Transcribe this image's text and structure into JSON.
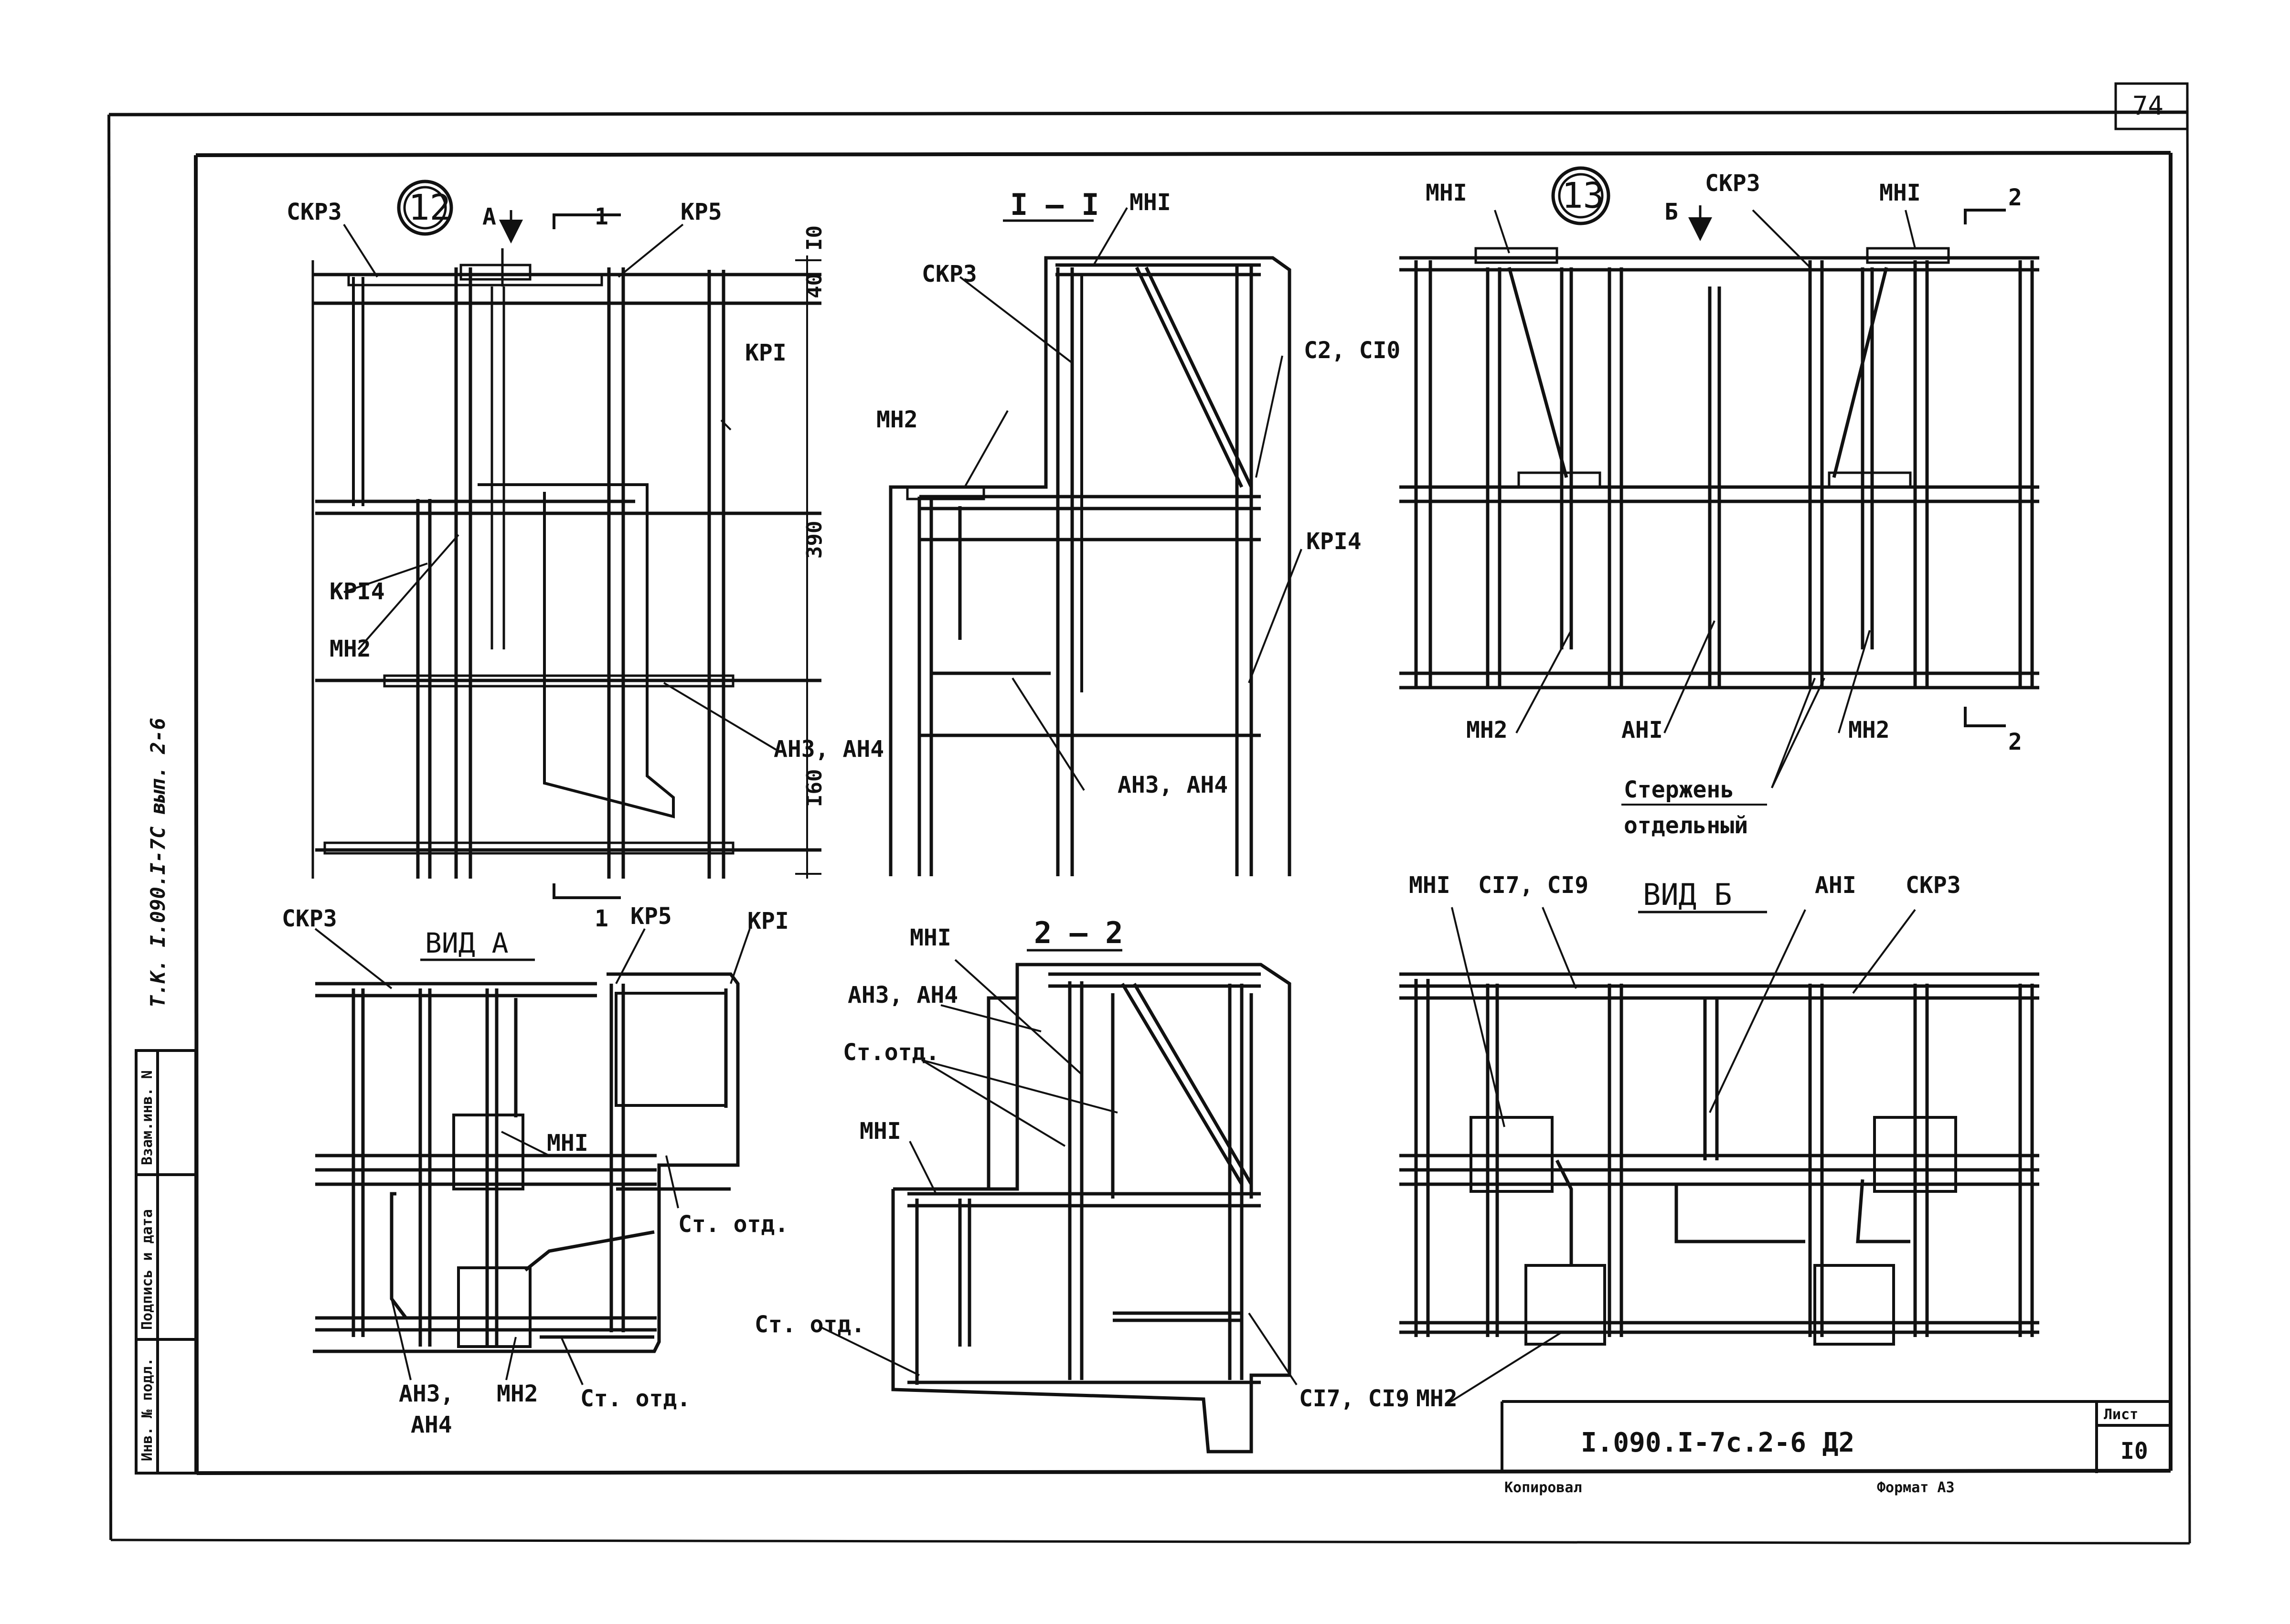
{
  "sheet": {
    "page_number": "74",
    "code": "I.090.I-7c.2-6 Д2",
    "list_label": "Лист",
    "list_number": "I0",
    "copied_label": "Копировал",
    "format_label": "Формат А3",
    "margin_note": "Т.К. I.090.I-7С вып. 2-6"
  },
  "stamp": {
    "col1": "Инв. № подл.",
    "col2": "Подпись и дата",
    "col3": "Взам.инв. N"
  },
  "node12": {
    "marker": "12",
    "view_letter": "А",
    "section_top": "1",
    "section_bottom": "1",
    "labels": {
      "skr3": "СКР3",
      "kr5": "КР5",
      "kr1": "КРI",
      "kr14": "КРI4",
      "mn2": "МН2",
      "an34": "АН3, АН4"
    },
    "dims": [
      "I0",
      "40",
      "390",
      "I60"
    ]
  },
  "section11": {
    "title": "I – I",
    "labels": {
      "mn1": "МНI",
      "skr3": "СКР3",
      "c2c10": "С2, СI0",
      "mn2": "МН2",
      "kr14": "КРI4",
      "an34": "АН3, АН4"
    }
  },
  "node13": {
    "marker": "13",
    "view_letter": "Б",
    "section_top": "2",
    "section_bottom": "2",
    "labels": {
      "mn1a": "МНI",
      "skr3": "СКР3",
      "mn1b": "МНI",
      "mn2a": "МН2",
      "an1": "АНI",
      "mn2b": "МН2",
      "rod1": "Стержень",
      "rod2": "отдельный"
    }
  },
  "viewA": {
    "title": "ВИД А",
    "labels": {
      "skr3": "СКР3",
      "kr5": "КР5",
      "kr1": "КРI",
      "mn1": "МНI",
      "st1": "Ст. отд.",
      "an3": "АН3,",
      "an4": "АН4",
      "mn2": "МН2",
      "st2": "Ст. отд."
    }
  },
  "section22": {
    "title": "2 – 2",
    "labels": {
      "an34": "АН3, АН4",
      "mn1a": "МНI",
      "stotd": "Ст.отд.",
      "mn1b": "МНI",
      "st": "Ст. отд.",
      "c17": "СI7, СI9"
    }
  },
  "viewB": {
    "title": "ВИД Б",
    "labels": {
      "mn1": "МНI",
      "c17": "СI7, СI9",
      "an1": "АНI",
      "skr3": "СКР3",
      "mn2": "МН2"
    }
  }
}
